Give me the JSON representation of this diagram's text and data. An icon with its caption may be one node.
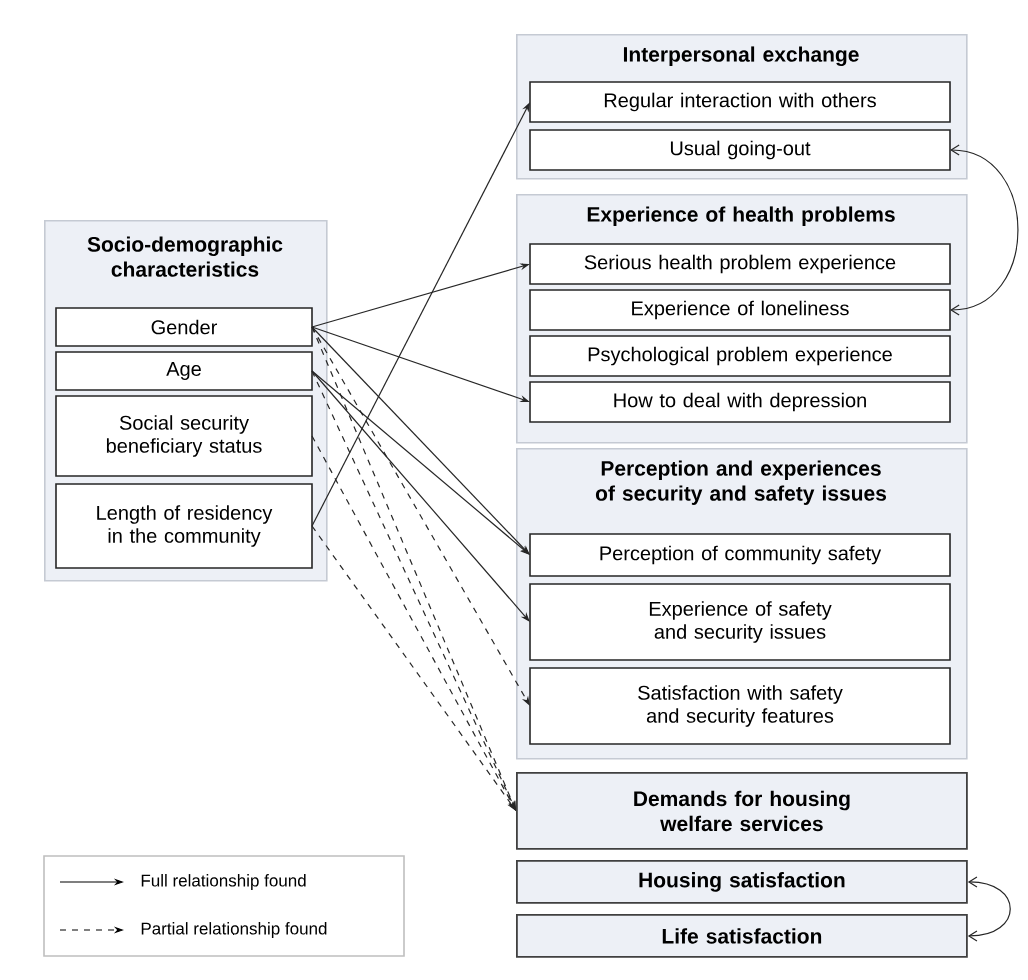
{
  "diagram": {
    "nodes": [
      {
        "text": [
          "Socio-demographic characteristics"
        ]
      },
      {
        "text": [
          "Gender"
        ],
        "in": 0
      },
      {
        "text": [
          "Age"
        ],
        "in": 0
      },
      {
        "text": [
          "Social security beneficiary status"
        ],
        "in": 0
      },
      {
        "text": [
          "Length of residency in the community"
        ],
        "in": 0
      },
      {
        "text": [
          "Interpersonal exchange"
        ]
      },
      {
        "text": [
          "Regular interaction with others"
        ],
        "in": 5
      },
      {
        "text": [
          "Usual going-out"
        ],
        "in": 5
      },
      {
        "text": [
          "Experience of health problems"
        ]
      },
      {
        "text": [
          "Serious health problem experience"
        ],
        "in": 8
      },
      {
        "text": [
          "Experience of loneliness"
        ],
        "in": 8
      },
      {
        "text": [
          "Psychological problem experience"
        ],
        "in": 8
      },
      {
        "text": [
          "How to deal with depression"
        ],
        "in": 8
      },
      {
        "text": [
          "Perception and experiences of security and safety issues"
        ]
      },
      {
        "text": [
          "Perception of community safety"
        ],
        "in": 13
      },
      {
        "text": [
          "Experience of safety and security issues"
        ],
        "in": 13
      },
      {
        "text": [
          "Satisfaction with safety and security features"
        ],
        "in": 13
      },
      {
        "text": [
          "Demands for housing welfare services"
        ]
      },
      {
        "text": [
          "Housing satisfaction"
        ]
      },
      {
        "text": [
          "Life satisfaction"
        ]
      }
    ],
    "edges": [
      {
        "from": 1,
        "to": 9,
        "arrow": "to"
      },
      {
        "from": 1,
        "to": 12,
        "arrow": "to"
      },
      {
        "from": 1,
        "to": 14,
        "arrow": "to"
      },
      {
        "from": 2,
        "to": 14,
        "arrow": "to"
      },
      {
        "from": 2,
        "to": 15,
        "arrow": "to"
      },
      {
        "from": 4,
        "to": 6,
        "arrow": "to"
      },
      {
        "from": 1,
        "to": 16,
        "arrow": "to",
        "style": "dashed"
      },
      {
        "from": 1,
        "to": 17,
        "arrow": "to",
        "style": "dashed"
      },
      {
        "from": 2,
        "to": 17,
        "arrow": "to",
        "style": "dashed"
      },
      {
        "from": 3,
        "to": 17,
        "arrow": "to",
        "style": "dashed"
      },
      {
        "from": 4,
        "to": 17,
        "arrow": "to",
        "style": "dashed"
      },
      {
        "from": 7,
        "to": 10,
        "arrow": "both"
      },
      {
        "from": 18,
        "to": 19,
        "arrow": "both"
      }
    ],
    "legend": [
      {
        "text": "Full relationship found"
      },
      {
        "text": "Partial relationship found"
      }
    ]
  }
}
